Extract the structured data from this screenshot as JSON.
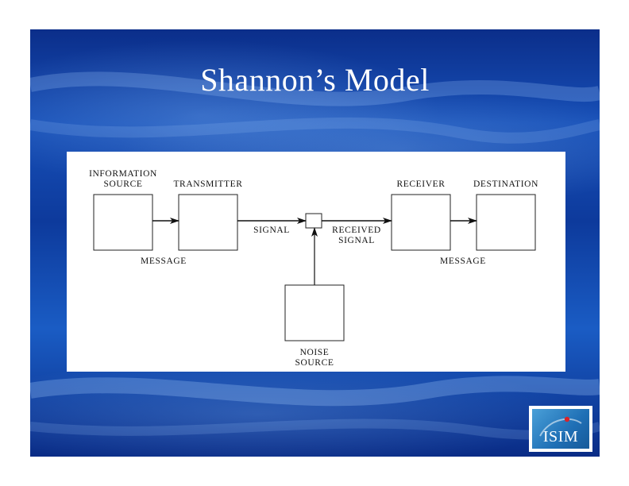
{
  "slide": {
    "title": "Shannon’s Model"
  },
  "diagram": {
    "labels": {
      "info_source_line1": "INFORMATION",
      "info_source_line2": "SOURCE",
      "transmitter": "TRANSMITTER",
      "receiver": "RECEIVER",
      "destination": "DESTINATION",
      "signal": "SIGNAL",
      "received_signal_line1": "RECEIVED",
      "received_signal_line2": "SIGNAL",
      "message_left": "MESSAGE",
      "message_right": "MESSAGE",
      "noise_source_line1": "NOISE",
      "noise_source_line2": "SOURCE"
    }
  },
  "logo": {
    "text": "ISIM"
  },
  "colors": {
    "background_blue": "#1750b8",
    "panel": "#ffffff",
    "ink": "#111111"
  }
}
